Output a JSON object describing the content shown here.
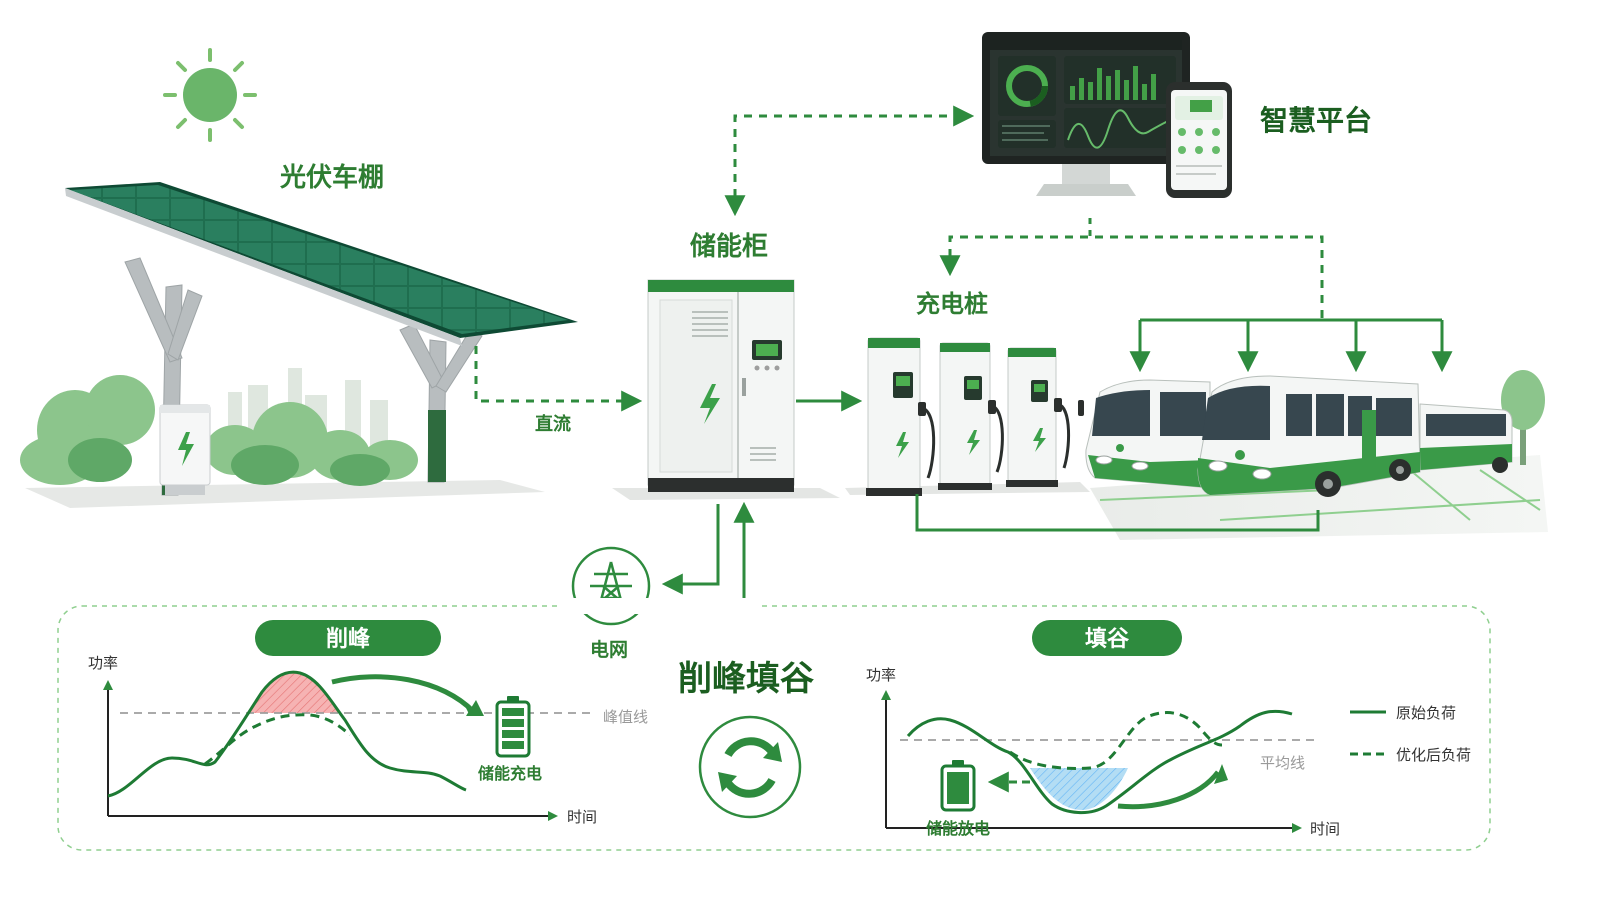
{
  "labels": {
    "pv_carport": "光伏车棚",
    "storage_cabinet": "储能柜",
    "smart_platform": "智慧平台",
    "charging_pile": "充电桩",
    "dc": "直流",
    "grid": "电网",
    "peak_valley": "削峰填谷"
  },
  "peak_panel": {
    "pill": "削峰",
    "y_axis": "功率",
    "x_axis": "时间",
    "threshold": "峰值线",
    "battery_label": "储能充电"
  },
  "valley_panel": {
    "pill": "填谷",
    "y_axis": "功率",
    "x_axis": "时间",
    "threshold": "平均线",
    "battery_label": "储能放电"
  },
  "legend": {
    "original": "原始负荷",
    "optimized": "优化后负荷"
  },
  "colors": {
    "primary_green": "#2e8b3e",
    "dark_green": "#1b5e20",
    "light_green": "#a5d6a7",
    "peak_fill": "#f4a6a6",
    "valley_fill": "#9fd3f0",
    "grey": "#9e9e9e"
  },
  "icons": {
    "sun": "sun-icon",
    "grid": "transmission-tower-icon",
    "cycle": "refresh-cycle-icon",
    "battery": "battery-icon",
    "lightning": "lightning-icon"
  }
}
